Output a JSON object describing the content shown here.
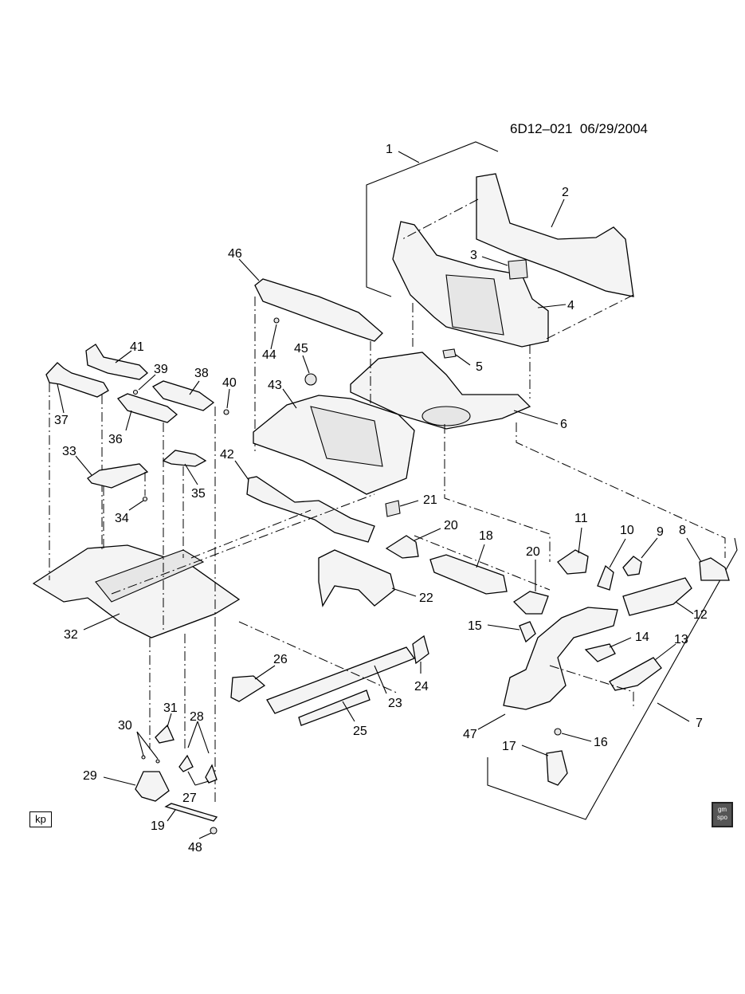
{
  "header": {
    "ref_code": "6D12–021",
    "date": "06/29/2004"
  },
  "badges": {
    "left": "kp",
    "logo_line1": "gm",
    "logo_line2": "spo"
  },
  "callouts": [
    "1",
    "2",
    "3",
    "4",
    "5",
    "6",
    "7",
    "8",
    "9",
    "10",
    "11",
    "12",
    "13",
    "14",
    "15",
    "16",
    "17",
    "18",
    "19",
    "20",
    "20",
    "21",
    "22",
    "23",
    "24",
    "25",
    "26",
    "27",
    "28",
    "29",
    "30",
    "31",
    "32",
    "33",
    "34",
    "35",
    "36",
    "37",
    "38",
    "39",
    "40",
    "41",
    "42",
    "43",
    "44",
    "45",
    "46",
    "47",
    "48"
  ]
}
